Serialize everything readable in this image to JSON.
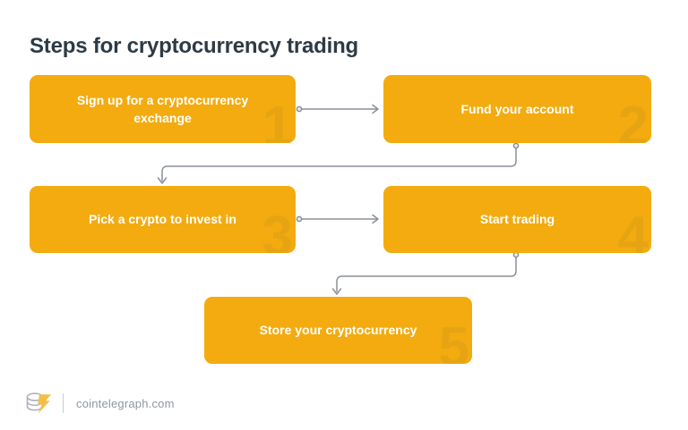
{
  "title": "Steps for cryptocurrency trading",
  "steps": [
    {
      "number": "1",
      "label": "Sign up for a cryptocurrency exchange"
    },
    {
      "number": "2",
      "label": "Fund your account"
    },
    {
      "number": "3",
      "label": "Pick a crypto to invest in"
    },
    {
      "number": "4",
      "label": "Start trading"
    },
    {
      "number": "5",
      "label": "Store your cryptocurrency"
    }
  ],
  "flow": [
    "step-1 -> step-2",
    "step-2 -> step-3",
    "step-3 -> step-4",
    "step-4 -> step-5"
  ],
  "footer": {
    "site": "cointelegraph.com",
    "logo": "cointelegraph-coin-stack-with-lightning-bolt"
  },
  "colors": {
    "box_fill": "#F3AB0F",
    "box_number": "#E7A412",
    "box_text": "#FFFFFF",
    "title_text": "#2E3A44",
    "connector": "#8A9199",
    "footer_text": "#8F979E",
    "logo_bolt": "#F2BE45",
    "logo_coins": "#ABB2B9",
    "background": "#FFFFFF"
  }
}
